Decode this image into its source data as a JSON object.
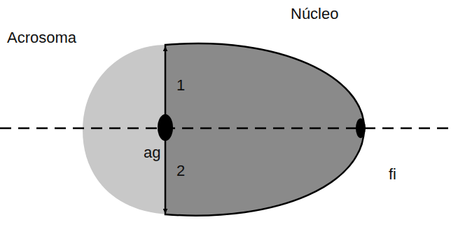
{
  "diagram": {
    "labels": [
      "Núcleo",
      "Acrosoma",
      "1",
      "ag",
      "2",
      "fi"
    ]
  }
}
